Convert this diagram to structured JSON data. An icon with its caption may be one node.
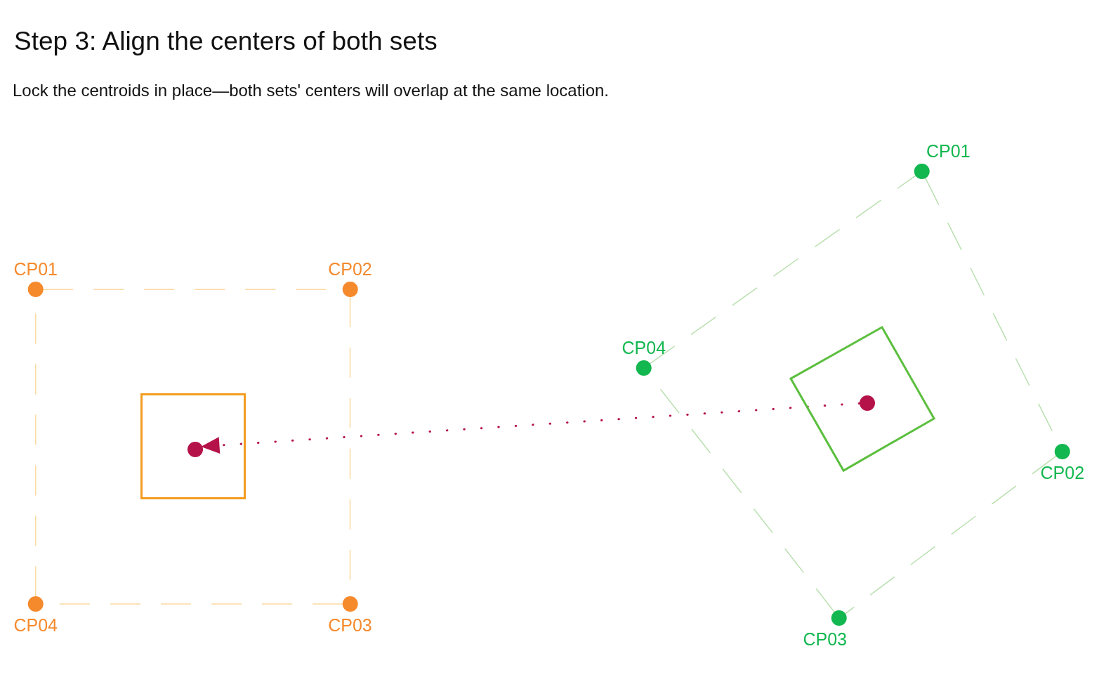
{
  "diagram": {
    "title": "Step 3: Align the centers of both sets",
    "caption": "Lock the centroids in place—both sets' centers will overlap at the same location.",
    "nodes": [
      {
        "text": [
          "CP01"
        ]
      },
      {
        "text": [
          "CP02"
        ]
      },
      {
        "text": [
          "CP03"
        ]
      },
      {
        "text": [
          "CP04"
        ]
      },
      {
        "text": [],
        "shape": "box"
      },
      {
        "text": [],
        "shape": "circle",
        "in": 4
      },
      {
        "text": [
          "CP01"
        ]
      },
      {
        "text": [
          "CP04"
        ]
      },
      {
        "text": [
          "CP02"
        ]
      },
      {
        "text": [
          "CP03"
        ]
      },
      {
        "text": [],
        "shape": "box"
      },
      {
        "text": [],
        "shape": "circle",
        "in": 10
      }
    ],
    "edges": [
      {
        "from": 0,
        "to": 1,
        "arrow": "none",
        "style": "dashed",
        "color": "#fcd9a0"
      },
      {
        "from": 1,
        "to": 2,
        "arrow": "none",
        "style": "dashed",
        "color": "#fcd9a0"
      },
      {
        "from": 2,
        "to": 3,
        "arrow": "none",
        "style": "dashed",
        "color": "#fcd9a0"
      },
      {
        "from": 3,
        "to": 0,
        "arrow": "none",
        "style": "dashed",
        "color": "#fcd9a0"
      },
      {
        "from": 6,
        "to": 8,
        "arrow": "none",
        "style": "dashed",
        "color": "#b9e0b0"
      },
      {
        "from": 8,
        "to": 9,
        "arrow": "none",
        "style": "dashed",
        "color": "#b9e0b0"
      },
      {
        "from": 9,
        "to": 7,
        "arrow": "none",
        "style": "dashed",
        "color": "#b9e0b0"
      },
      {
        "from": 7,
        "to": 6,
        "arrow": "none",
        "style": "dashed",
        "color": "#b9e0b0"
      },
      {
        "from": 11,
        "to": 5,
        "arrow": "to",
        "style": "dashed",
        "color": "#b5124a"
      }
    ]
  }
}
